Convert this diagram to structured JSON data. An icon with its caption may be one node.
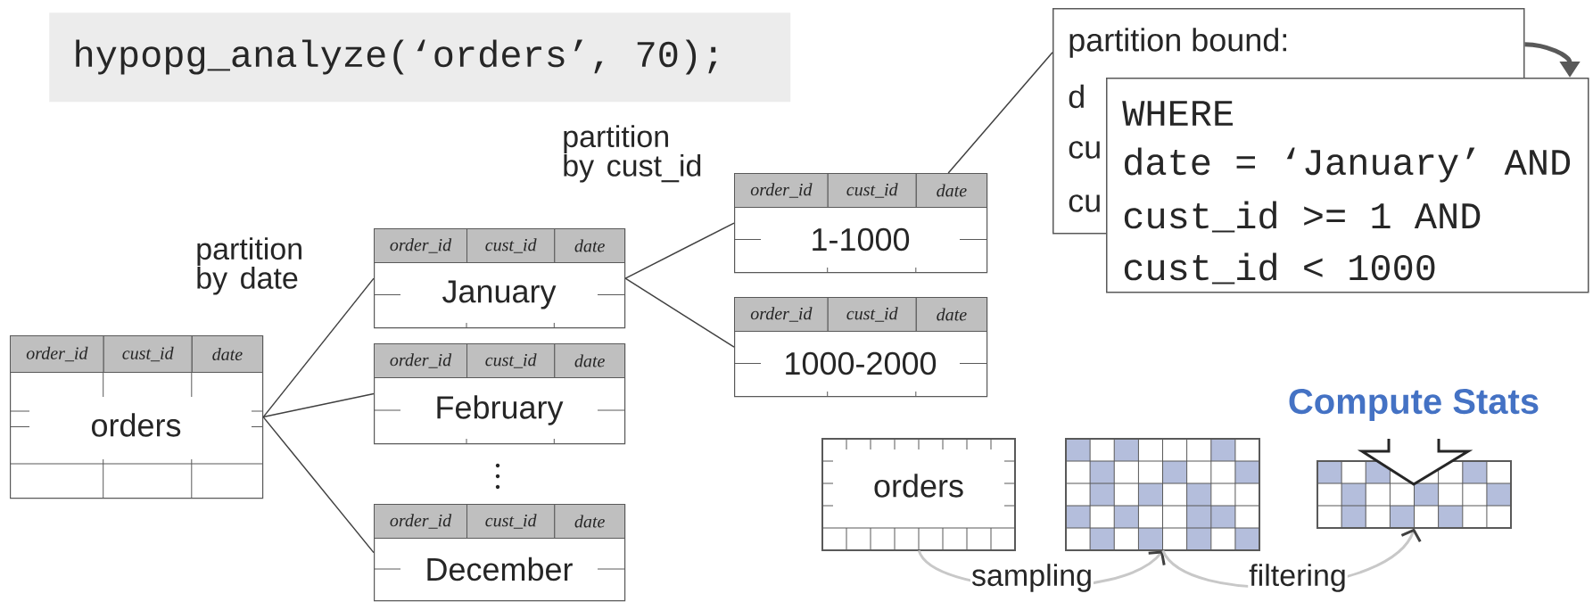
{
  "diagram": {
    "nodes": [
      {
        "text": [
          "hypopg_analyze(‘orders’, 70);"
        ]
      },
      {
        "text": [
          "order_id",
          "cust_id",
          "date",
          "orders"
        ]
      },
      {
        "text": [
          "order_id",
          "cust_id",
          "date",
          "January"
        ]
      },
      {
        "text": [
          "order_id",
          "cust_id",
          "date",
          "February"
        ]
      },
      {
        "text": [
          "order_id",
          "cust_id",
          "date",
          "December"
        ]
      },
      {
        "text": [
          "order_id",
          "cust_id",
          "date",
          "1-1000"
        ]
      },
      {
        "text": [
          "order_id",
          "cust_id",
          "date",
          "1000-2000"
        ]
      },
      {
        "text": [
          "partition bound:",
          "d",
          "cu",
          "cu"
        ]
      },
      {
        "text": [
          "WHERE",
          "date = ‘January’ AND",
          "cust_id >= 1 AND",
          "cust_id < 1000"
        ]
      },
      {
        "text": [
          "orders"
        ]
      },
      {
        "text": [],
        "shape": "grid"
      },
      {
        "text": [],
        "shape": "grid"
      }
    ],
    "edges": [
      {
        "from": 1,
        "to": 2,
        "arrow": "none"
      },
      {
        "from": 1,
        "to": 3,
        "arrow": "none"
      },
      {
        "from": 1,
        "to": 4,
        "arrow": "none"
      },
      {
        "from": 2,
        "to": 5,
        "arrow": "none"
      },
      {
        "from": 2,
        "to": 6,
        "arrow": "none"
      },
      {
        "from": 5,
        "to": 7,
        "arrow": "none"
      },
      {
        "from": 7,
        "to": 8,
        "arrow": "to",
        "style": "thick",
        "color": "#595959"
      },
      {
        "from": 9,
        "to": 10,
        "arrow": "to",
        "label": "sampling",
        "color": "#c8c8c8"
      },
      {
        "from": 10,
        "to": 11,
        "arrow": "to",
        "label": "filtering",
        "color": "#c8c8c8"
      }
    ],
    "labels": [
      "partition by date",
      "partition by cust_id",
      "Compute Stats"
    ]
  }
}
